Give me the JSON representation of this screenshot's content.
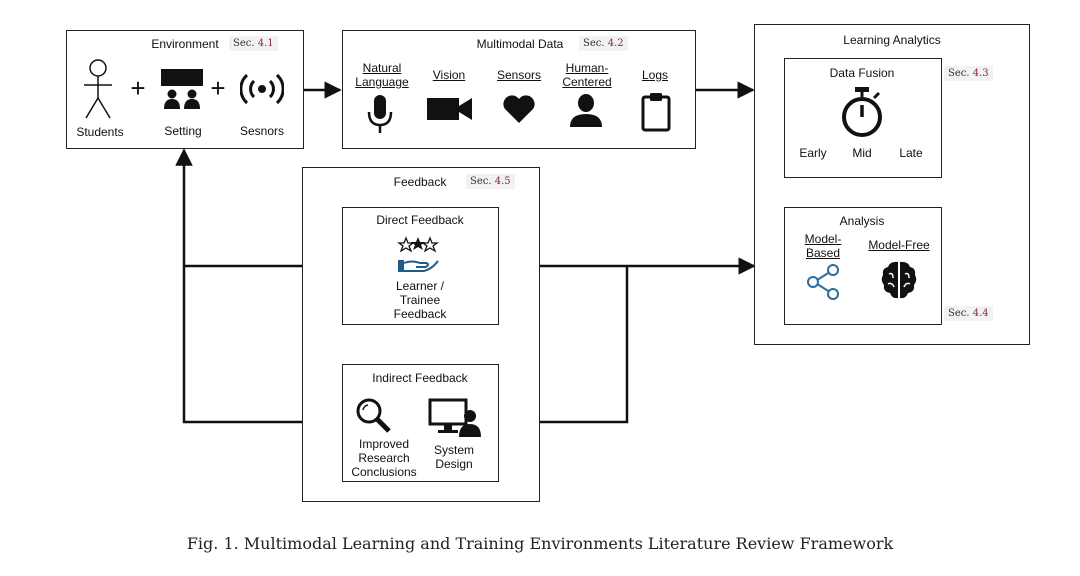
{
  "environment": {
    "title": "Environment",
    "sec": "Sec. ",
    "sec_num": "4.1",
    "items": [
      "Students",
      "Setting",
      "Sesnors"
    ],
    "plus": "+"
  },
  "multimodal": {
    "title": "Multimodal Data",
    "sec": "Sec. ",
    "sec_num": "4.2",
    "natural": [
      "Natural",
      "Language"
    ],
    "vision": "Vision",
    "sensors": "Sensors",
    "human": [
      "Human-",
      "Centered"
    ],
    "logs": "Logs"
  },
  "analytics": {
    "title": "Learning Analytics",
    "fusion": {
      "title": "Data Fusion",
      "sec": "Sec. ",
      "sec_num": "4.3",
      "items": [
        "Early",
        "Mid",
        "Late"
      ]
    },
    "analysis": {
      "title": "Analysis",
      "model_based": [
        "Model-",
        "Based"
      ],
      "model_free": "Model-Free",
      "sec": "Sec. ",
      "sec_num": "4.4"
    }
  },
  "feedback": {
    "title": "Feedback",
    "sec": "Sec. ",
    "sec_num": "4.5",
    "direct": {
      "title": "Direct Feedback",
      "lines": [
        "Learner /",
        "Trainee",
        "Feedback"
      ]
    },
    "indirect": {
      "title": "Indirect Feedback",
      "research": [
        "Improved",
        "Research",
        "Conclusions"
      ],
      "system": [
        "System",
        "Design"
      ]
    }
  },
  "caption": "Fig. 1.  Multimodal Learning and Training Environments Literature Review Framework"
}
